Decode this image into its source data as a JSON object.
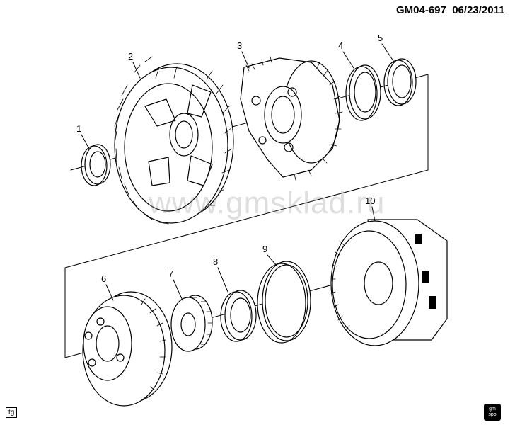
{
  "header": {
    "ref_id": "GM04-697",
    "date": "06/23/2011"
  },
  "callouts": [
    {
      "id": "1",
      "label": "1"
    },
    {
      "id": "2",
      "label": "2"
    },
    {
      "id": "3",
      "label": "3"
    },
    {
      "id": "4",
      "label": "4"
    },
    {
      "id": "5",
      "label": "5"
    },
    {
      "id": "6",
      "label": "6"
    },
    {
      "id": "7",
      "label": "7"
    },
    {
      "id": "8",
      "label": "8"
    },
    {
      "id": "9",
      "label": "9"
    },
    {
      "id": "10",
      "label": "10"
    }
  ],
  "watermark": "www.gmsklad.ru",
  "footer": {
    "tag": "tg",
    "logo_top": "gm",
    "logo_bottom": "spo"
  }
}
